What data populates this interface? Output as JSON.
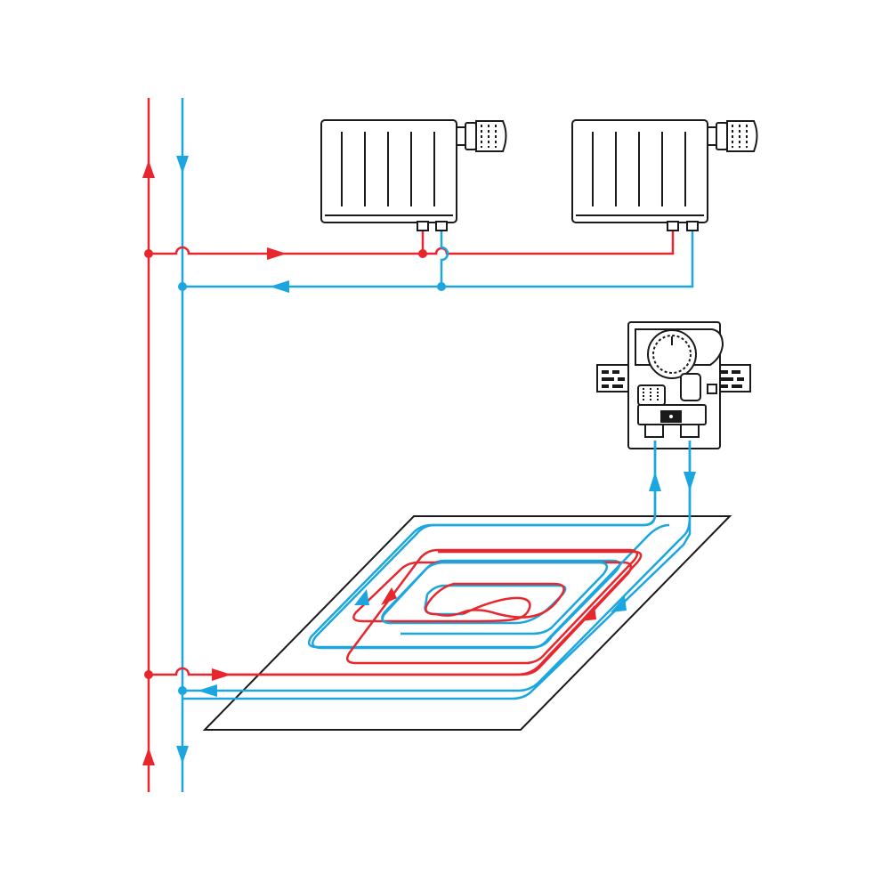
{
  "diagram": {
    "description_type": "heating-schematic",
    "colors": {
      "supply": "#e8262d",
      "return": "#1ca6e0",
      "outline": "#1a1a1a",
      "background": "#ffffff"
    },
    "components": {
      "radiators": 2,
      "control_unit": 1,
      "floor_heating_loop": 1
    }
  }
}
